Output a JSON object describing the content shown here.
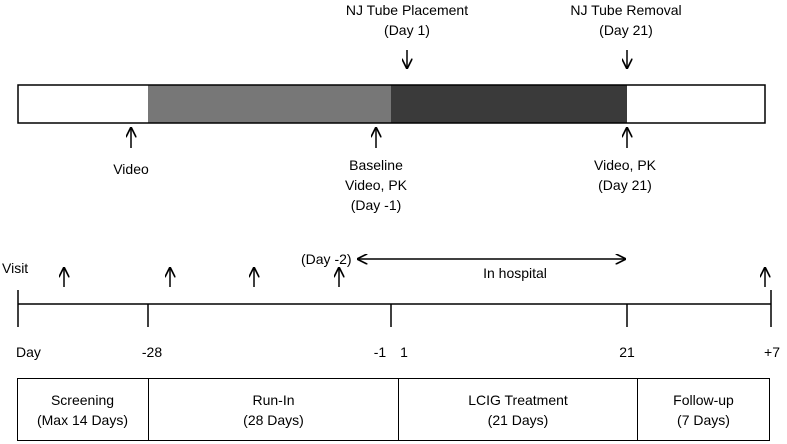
{
  "top_labels": {
    "nj_placement": [
      "NJ Tube Placement",
      "(Day 1)"
    ],
    "nj_removal": [
      "NJ Tube Removal",
      "(Day 21)"
    ]
  },
  "bar_colors": {
    "white": "#ffffff",
    "runin_gray": "#777777",
    "treatment_dark": "#3a3a3a"
  },
  "below_bar_labels": {
    "video": "Video",
    "baseline": [
      "Baseline",
      "Video, PK",
      "(Day -1)"
    ],
    "end": [
      "Video, PK",
      "(Day 21)"
    ]
  },
  "timeline": {
    "visit_label": "Visit",
    "day_label": "Day",
    "day_minus2": "(Day -2)",
    "in_hospital": "In hospital",
    "ticks": [
      "-28",
      "-1",
      "1",
      "21",
      "+7"
    ]
  },
  "phases": [
    {
      "name": "Screening",
      "duration": "(Max 14 Days)"
    },
    {
      "name": "Run-In",
      "duration": "(28 Days)"
    },
    {
      "name": "LCIG Treatment",
      "duration": "(21 Days)"
    },
    {
      "name": "Follow-up",
      "duration": "(7 Days)"
    }
  ]
}
